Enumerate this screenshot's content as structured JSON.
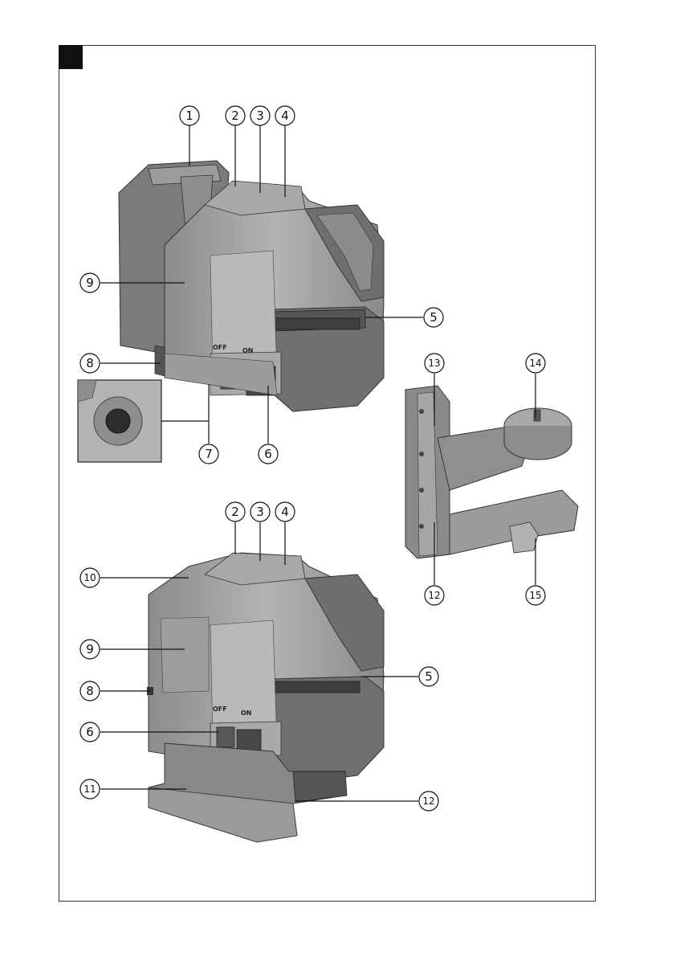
{
  "figure": {
    "marker_label": "",
    "callouts_top": [
      "1",
      "2",
      "3",
      "4",
      "5",
      "6",
      "7",
      "8",
      "9"
    ],
    "callouts_bottom": [
      "2",
      "3",
      "4",
      "5",
      "6",
      "8",
      "9",
      "10",
      "11",
      "12"
    ],
    "callouts_bracket": [
      "12",
      "13",
      "14",
      "15"
    ]
  },
  "switch": {
    "off": "OFF",
    "on": "ON"
  },
  "colors": {
    "body": "#9a9a9a",
    "body_light": "#b8b8b8",
    "body_dark": "#6e6e6e",
    "line": "#222222"
  }
}
